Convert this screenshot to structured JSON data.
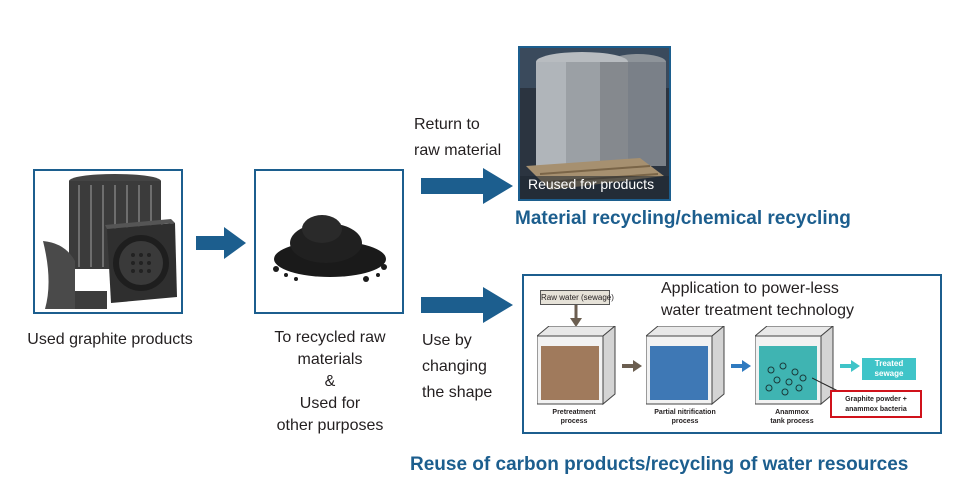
{
  "stage1": {
    "caption": "Used graphite products"
  },
  "stage2": {
    "caption_lines": [
      "To recycled raw",
      "materials",
      "&",
      "Used for",
      "other purposes"
    ]
  },
  "branch_top": {
    "arrow_label_lines": [
      "Return to",
      "raw material"
    ],
    "photo_overlay": "Reused for products",
    "heading": "Material recycling/chemical recycling"
  },
  "branch_bottom": {
    "arrow_label_lines": [
      "Use by",
      "changing",
      "the shape"
    ],
    "heading": "Reuse of carbon products/recycling of water resources",
    "process": {
      "title_lines": [
        "Application to power-less",
        "water treatment technology"
      ],
      "input_label": "Raw water (sewage)",
      "tanks": [
        {
          "label_lines": [
            "Pretreatment",
            "process"
          ],
          "water_color": "#a07a5c"
        },
        {
          "label_lines": [
            "Partial nitrification",
            "process"
          ],
          "water_color": "#3e78b5"
        },
        {
          "label_lines": [
            "Anammox",
            "tank process"
          ],
          "water_color": "#3fb4b2"
        }
      ],
      "output_label_lines": [
        "Treated",
        "sewage"
      ],
      "callout_lines": [
        "Graphite powder +",
        "anammox bacteria"
      ]
    }
  },
  "colors": {
    "accent": "#1c5e8e",
    "callout_border": "#d0121b",
    "output_fill": "#3fc4c8"
  },
  "icons": [
    "graphite-products-photo",
    "carbon-powder-photo",
    "graphite-block-photo"
  ]
}
